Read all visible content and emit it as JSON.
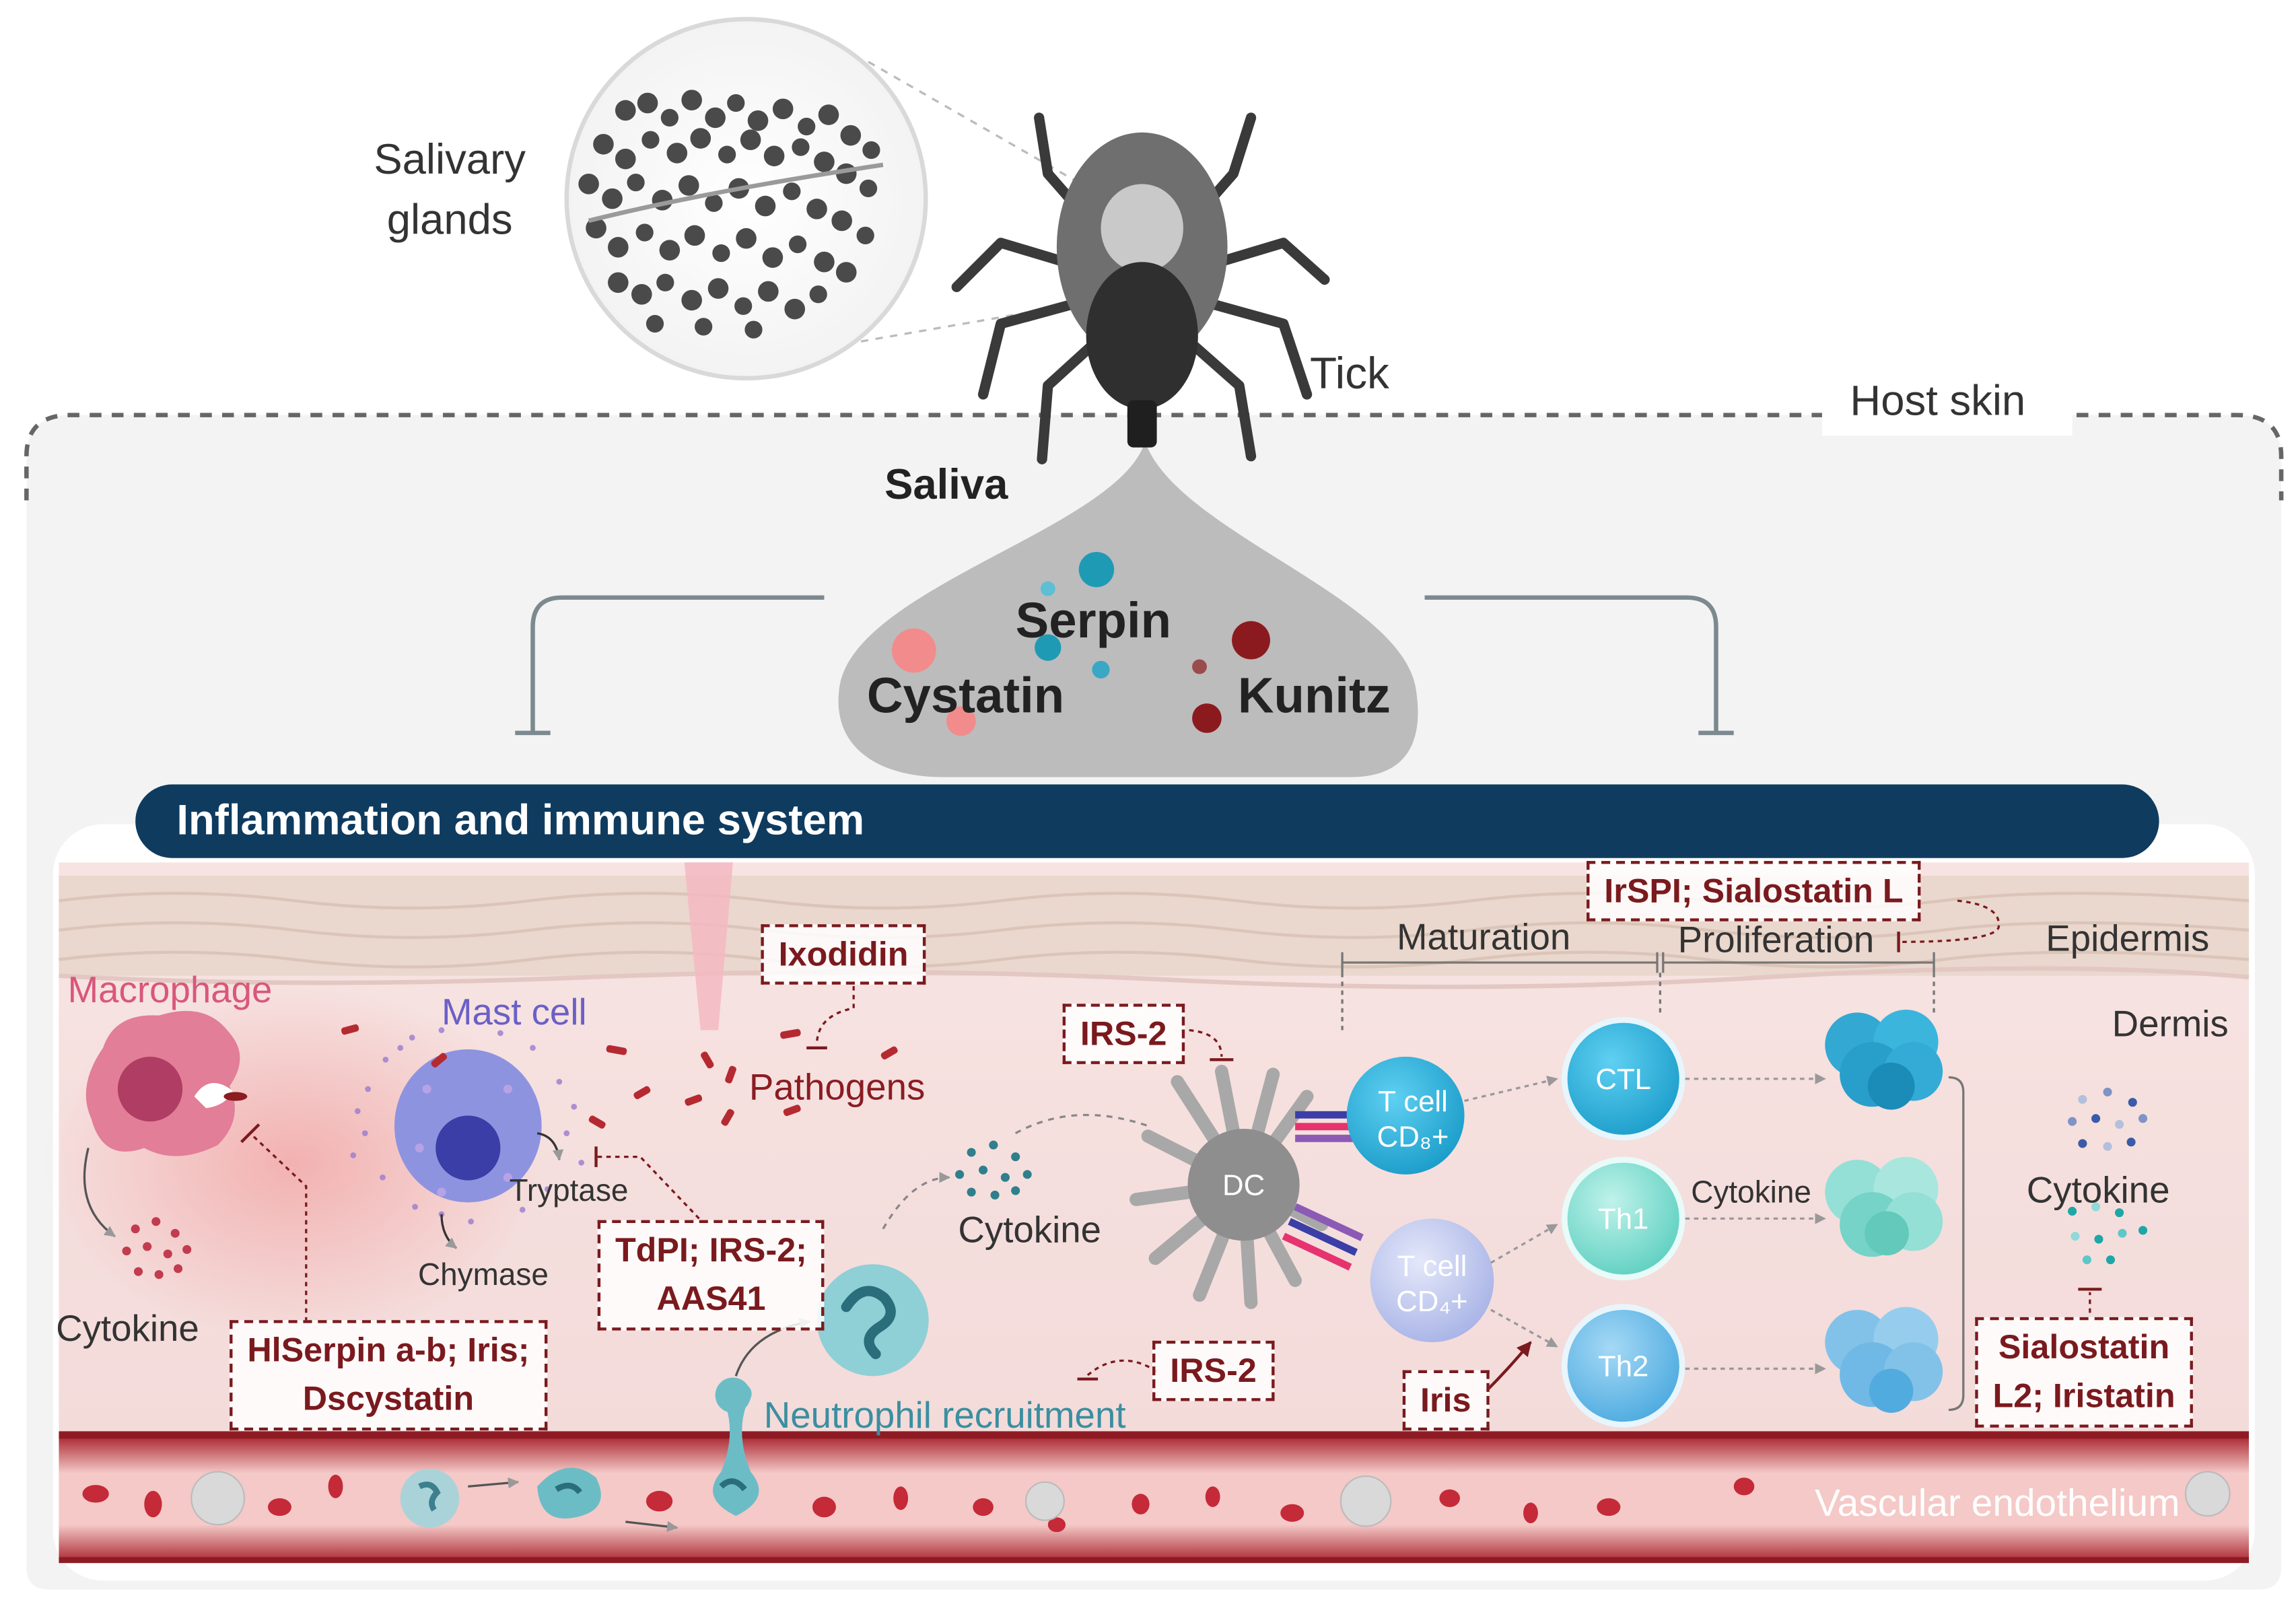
{
  "labels": {
    "salivary_glands_line1": "Salivary",
    "salivary_glands_line2": "glands",
    "tick": "Tick",
    "host_skin": "Host skin",
    "saliva": "Saliva",
    "serpin": "Serpin",
    "cystatin": "Cystatin",
    "kunitz": "Kunitz",
    "banner": "Inflammation and immune system",
    "epidermis": "Epidermis",
    "dermis": "Dermis",
    "vascular_endothelium": "Vascular endothelium",
    "macrophage": "Macrophage",
    "mast_cell": "Mast cell",
    "tryptase": "Tryptase",
    "chymase": "Chymase",
    "pathogens": "Pathogens",
    "cytokine_macrophage": "Cytokine",
    "cytokine_mid": "Cytokine",
    "cytokine_th": "Cytokine",
    "cytokine_right": "Cytokine",
    "neutrophil_recruitment": "Neutrophil recruitment",
    "maturation": "Maturation",
    "proliferation": "Proliferation",
    "dc": "DC",
    "tcell_cd8_line1": "T cell",
    "tcell_cd8_line2": "CD₈+",
    "tcell_cd4_line1": "T cell",
    "tcell_cd4_line2": "CD₄+",
    "ctl": "CTL",
    "th1": "Th1",
    "th2": "Th2"
  },
  "inhibitors": {
    "ixodidin": "Ixodidin",
    "irs2_dc": "IRS-2",
    "irspi_line": "IrSPI; Sialostatin L",
    "tdpi_line1": "TdPI; IRS-2;",
    "tdpi_line2": "AAS41",
    "hlserpin_line1": "HlSerpin a-b; Iris;",
    "hlserpin_line2": "Dscystatin",
    "irs2_neutrophil": "IRS-2",
    "iris": "Iris",
    "sialostatin_line1": "Sialostatin",
    "sialostatin_line2": "L2; Iristatin"
  },
  "colors": {
    "banner": "#0f3b5f",
    "inhibitor": "#7a1a1e",
    "macrophage": "#d9577a",
    "mast_cell": "#6b5fc7",
    "pathogen_text": "#8b1c22",
    "neutrophil_text": "#3a8fa0",
    "saliva": "#bcbcbc",
    "vessel": "#8e1b24",
    "tcell": "#2aa9d6"
  }
}
